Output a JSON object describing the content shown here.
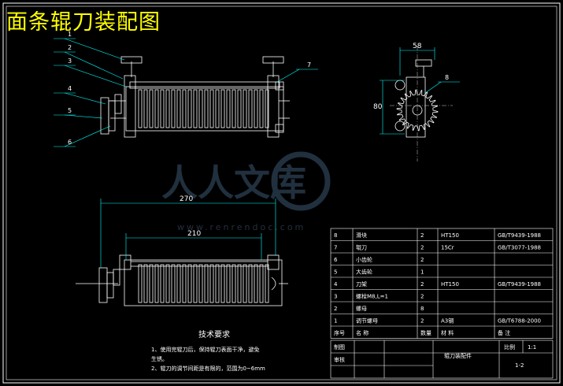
{
  "title": "面条辊刀装配图",
  "watermark": {
    "main": "人人文库",
    "url": "www.renrendoc.com"
  },
  "dimensions": {
    "d58": "58",
    "d80": "80",
    "d270": "270",
    "d210": "210"
  },
  "balloons": [
    "1",
    "2",
    "3",
    "4",
    "5",
    "6",
    "7",
    "8"
  ],
  "tech_req": {
    "heading": "技术要求",
    "line1": "1、使用完辊刀后，保持辊刀表面干净，避免",
    "line1b": "生锈。",
    "line2": "2、辊刀的调节间距是有限的，范围为0~6mm"
  },
  "bom": {
    "rows": [
      {
        "no": "8",
        "name": "滑块",
        "qty": "2",
        "mat": "HT150",
        "std": "GB/T9439-1988"
      },
      {
        "no": "7",
        "name": "辊刀",
        "qty": "2",
        "mat": "15Cr",
        "std": "GB/T3077-1988"
      },
      {
        "no": "6",
        "name": "小齿轮",
        "qty": "2",
        "mat": "",
        "std": ""
      },
      {
        "no": "5",
        "name": "大齿轮",
        "qty": "1",
        "mat": "",
        "std": ""
      },
      {
        "no": "4",
        "name": "刀架",
        "qty": "2",
        "mat": "HT150",
        "std": "GB/T9439-1988"
      },
      {
        "no": "3",
        "name": "螺栓M8,L=1",
        "qty": "2",
        "mat": "",
        "std": ""
      },
      {
        "no": "2",
        "name": "螺母",
        "qty": "8",
        "mat": "",
        "std": ""
      },
      {
        "no": "1",
        "name": "调节螺母",
        "qty": "2",
        "mat": "A3钢",
        "std": "GB/T6788-2000"
      }
    ],
    "header": {
      "no": "序号",
      "name": "名 称",
      "qty": "数量",
      "mat": "材 料",
      "std": "备 注"
    }
  },
  "titleblock": {
    "drawn": "制图",
    "check": "审核",
    "name": "辊刀装配件",
    "scale_label": "比例",
    "scale": "1:1",
    "sheet": "1-2"
  },
  "colors": {
    "line": "#ffffff",
    "dim": "#00ffff",
    "title": "#ffff00",
    "leader": "#00ffff",
    "frame": "#ffffff"
  }
}
